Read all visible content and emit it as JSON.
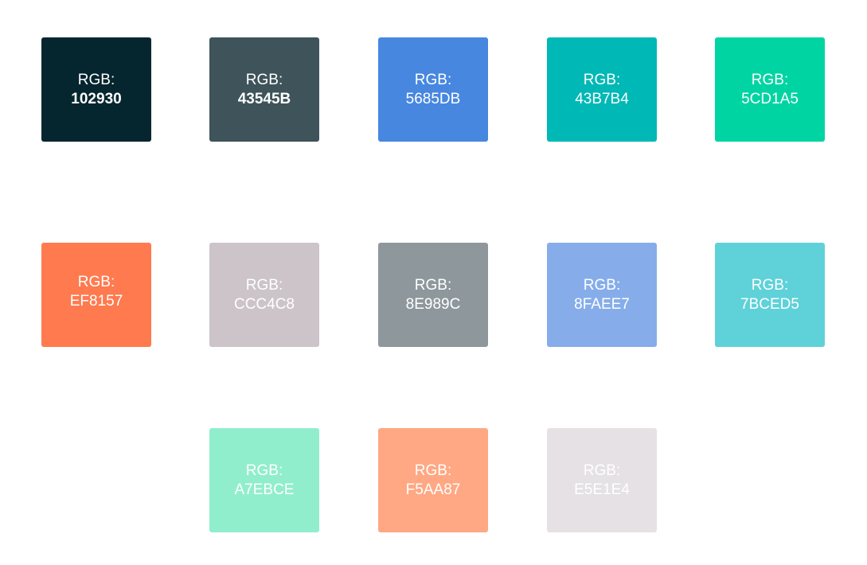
{
  "swatches": [
    {
      "label": "RGB:",
      "hex": "102930",
      "color": "#05262E"
    },
    {
      "label": "RGB:",
      "hex": "43545B",
      "color": "#3E535A"
    },
    {
      "label": "RGB:",
      "hex": "5685DB",
      "color": "#4787E0"
    },
    {
      "label": "RGB:",
      "hex": "43B7B4",
      "color": "#00B8B5"
    },
    {
      "label": "RGB:",
      "hex": "5CD1A5",
      "color": "#00D4A2"
    },
    {
      "label": "RGB:",
      "hex": "EF8157",
      "color": "#FF7A4F"
    },
    {
      "label": "RGB:",
      "hex": "CCC4C8",
      "color": "#CCC4C8"
    },
    {
      "label": "RGB:",
      "hex": "8E989C",
      "color": "#8E989C"
    },
    {
      "label": "RGB:",
      "hex": "8FAEE7",
      "color": "#86ADEA"
    },
    {
      "label": "RGB:",
      "hex": "7BCED5",
      "color": "#5FD1D9"
    },
    {
      "label": "RGB:",
      "hex": "A7EBCE",
      "color": "#91EECC"
    },
    {
      "label": "RGB:",
      "hex": "F5AA87",
      "color": "#FFA883"
    },
    {
      "label": "RGB:",
      "hex": "E5E1E4",
      "color": "#E5E1E4"
    }
  ]
}
